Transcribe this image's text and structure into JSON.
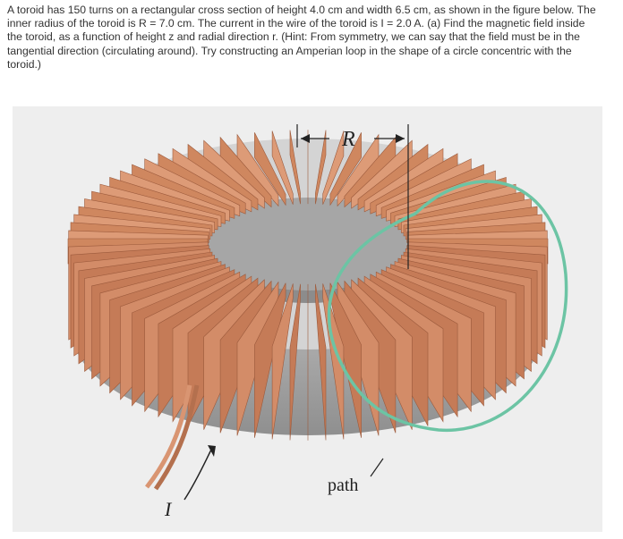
{
  "problem": {
    "text": "A toroid has 150 turns on a rectangular cross section of height 4.0 cm and width 6.5 cm, as shown in the figure below. The inner radius of the toroid is R = 7.0 cm. The current in the wire of the toroid is I = 2.0 A. (a) Find the magnetic field inside the toroid, as a function of height z and radial direction r. (Hint: From symmetry, we can say that the field must be in the tangential direction (circulating around). Try constructing an Amperian loop in the shape of a circle concentric with the toroid.)"
  },
  "figure": {
    "radius_label": "R",
    "path_label": "path",
    "current_label": "I",
    "colors": {
      "panel": "#eeeeee",
      "core": "#b4b4b4",
      "copper": "#d38c68",
      "copper_dark": "#9c5a3c",
      "path": "#6cc4a4"
    }
  }
}
